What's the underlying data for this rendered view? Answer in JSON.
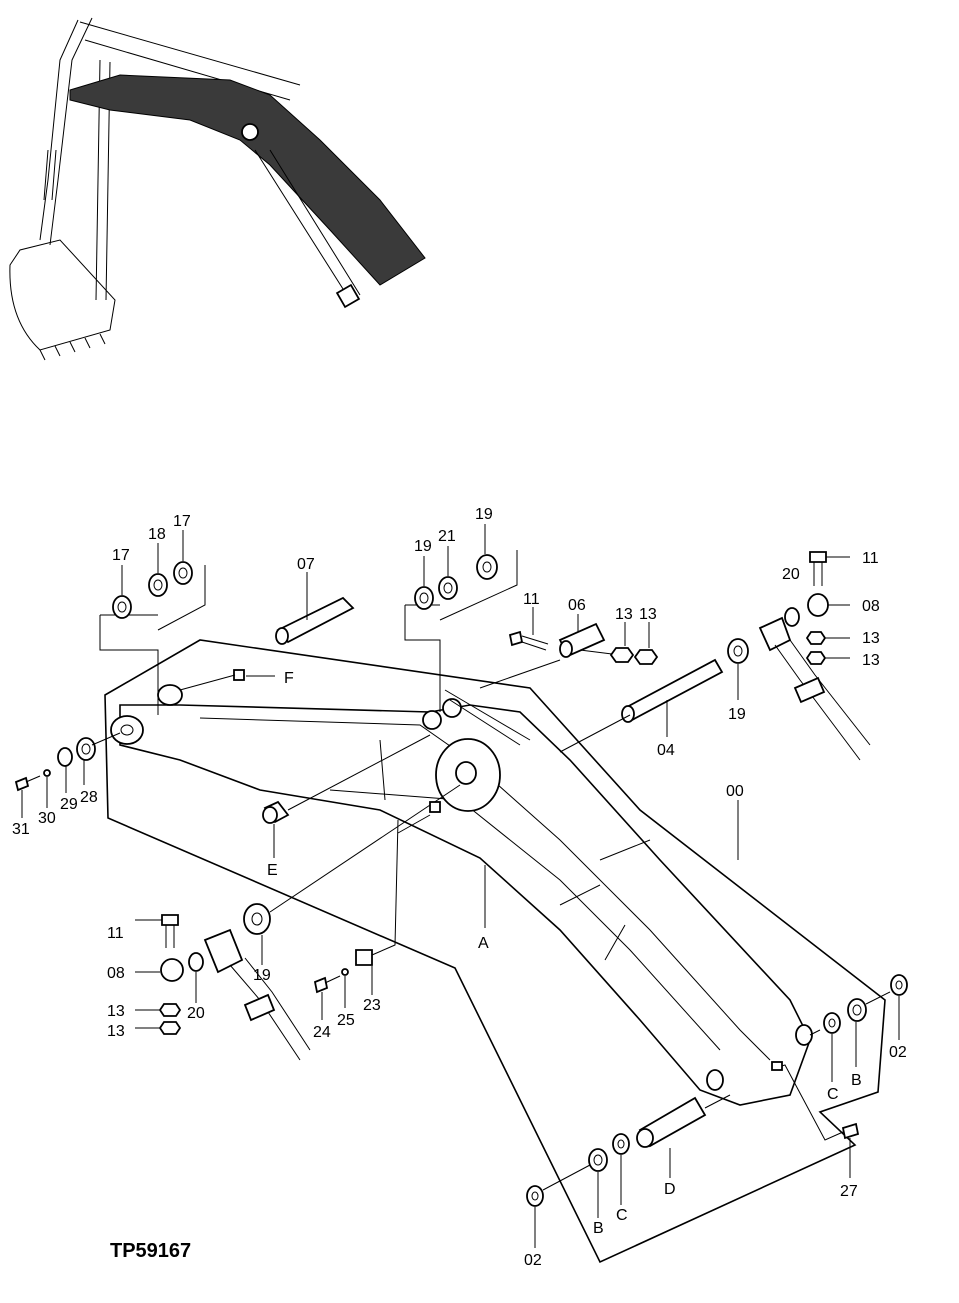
{
  "figure_id": "TP59167",
  "callouts": {
    "c00": "00",
    "cA": "A",
    "cB1": "B",
    "cB2": "B",
    "cC1": "C",
    "cC2": "C",
    "cD": "D",
    "cE": "E",
    "cF": "F",
    "c02a": "02",
    "c02b": "02",
    "c04": "04",
    "c06": "06",
    "c07": "07",
    "c08a": "08",
    "c08b": "08",
    "c11a": "11",
    "c11b": "11",
    "c11c": "11",
    "c13a": "13",
    "c13b": "13",
    "c13c": "13",
    "c13d": "13",
    "c13e": "13",
    "c13f": "13",
    "c17a": "17",
    "c17b": "17",
    "c18": "18",
    "c19a": "19",
    "c19b": "19",
    "c19c": "19",
    "c19d": "19",
    "c20a": "20",
    "c20b": "20",
    "c21": "21",
    "c23": "23",
    "c24": "24",
    "c25": "25",
    "c27": "27",
    "c28": "28",
    "c29": "29",
    "c30": "30",
    "c31": "31"
  }
}
